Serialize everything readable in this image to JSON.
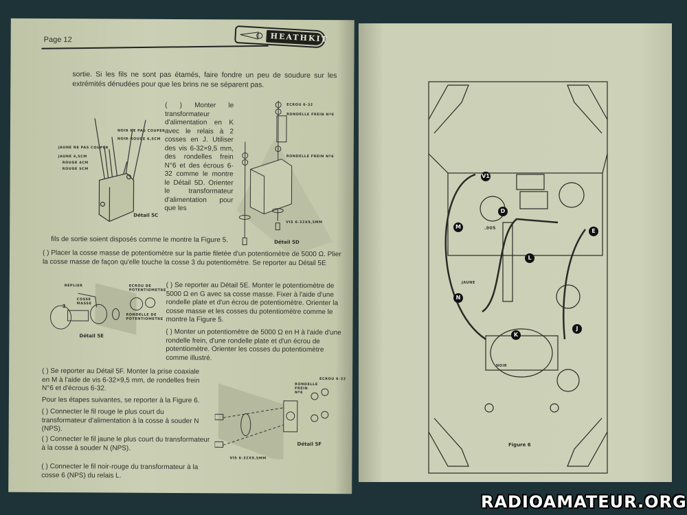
{
  "left_page": {
    "page_label": "Page 12",
    "brand": "HEATHKIT",
    "intro": "sortie. Si les fils ne sont pas étamés, faire fondre un peu de soudure sur les extrémités dénudées pour que les brins ne se séparent pas.",
    "step_transformer": "( ) Monter le transformateur d'alimentation en K avec le relais à 2 cosses en J. Utiliser des vis 6-32×9,5 mm, des rondelles frein N°6 et des écrous 6-32 comme le montre le Détail 5D. Orienter le transformateur d'alimentation pour que les",
    "step_transformer_cont": "fils de sortie soient disposés comme le montre la Figure 5.",
    "detail_5c": {
      "caption": "Détail 5C",
      "labels": [
        "JAUNE NE PAS COUPER",
        "JAUNE 4,5CM",
        "ROUGE 4CM",
        "ROUGE 5CM",
        "NOIR NE PAS COUPER",
        "NOIR-ROUGE 6,5CM"
      ]
    },
    "detail_5d": {
      "caption": "Détail 5D",
      "labels": [
        "ECROU 6-32",
        "RONDELLE FREIN Nº6",
        "RONDELLE FREIN Nº6",
        "VIS 6-32X9,5MM"
      ]
    },
    "step_place": "( ) Placer la cosse masse de potentiomètre sur la partie filetée d'un potentiomètre de 5000 Ω. Plier la cosse masse de façon qu'elle touche la cosse 3 du potentiomètre. Se reporter au Détail 5E",
    "detail_5e": {
      "caption": "Détail 5E",
      "labels": [
        "REPLIER",
        "COSSE MASSE",
        "ECROU DE POTENTIOMETRE",
        "RONDELLE DE POTENTIOMETRE",
        "3"
      ]
    },
    "step_5e": "( ) Se reporter au Détail 5E. Monter le potentiomètre de 5000 Ω en G avec sa cosse masse. Fixer à l'aide d'une rondelle plate et d'un écrou de potentiomètre. Orienter la cosse masse et les cosses du potentiomètre comme le montre la Figure 5.",
    "step_h": "( ) Monter un potentiomètre de 5000 Ω en H à l'aide d'une rondelle frein, d'une rondelle plate et d'un écrou de potentiomètre. Orienter les cosses du potentiomètre comme illustré.",
    "step_5f": "( ) Se reporter au Détail 5F. Monter la prise coaxiale en M à l'aide de vis 6-32×9,5 mm, de rondelles frein N°6 et d'écrous 6-32.",
    "figure6_note": "Pour les étapes suivantes, se reporter à la Figure 6.",
    "steps_fig6": [
      "( ) Connecter le fil rouge le plus court du transformateur d'alimentation à la cosse à souder N (NPS).",
      "( ) Connecter le fil jaune le plus court du transformateur à la cosse à souder N (NPS).",
      "( ) Connecter le fil noir-rouge du transformateur à la cosse 6 (NPS) du relais L."
    ],
    "detail_5f": {
      "caption": "Détail 5F",
      "labels": [
        "ECROU 6-32",
        "RONDELLE FREIN Nº6",
        "VIS 6-32X9,5MM"
      ]
    }
  },
  "right_page": {
    "figure_caption": "Figure 6",
    "markers": [
      "V1",
      "D",
      "M",
      "E",
      "L",
      "N",
      "K",
      "J"
    ],
    "wire_labels": [
      "JAUNE",
      "NOIR",
      ".005"
    ]
  },
  "watermark": "RADIOAMATEUR.ORG"
}
